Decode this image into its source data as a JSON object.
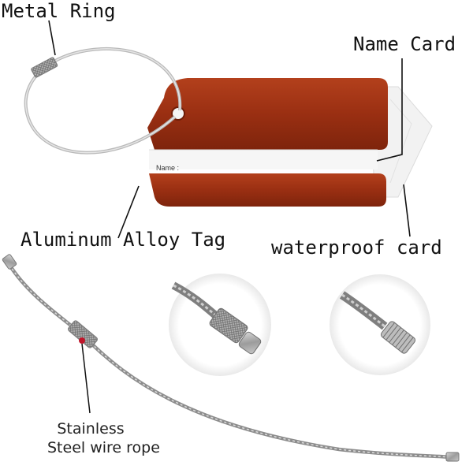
{
  "labels": {
    "metal_ring": "Metal Ring",
    "name_card": "Name Card",
    "aluminum_alloy_tag": "Aluminum Alloy Tag",
    "waterproof_card": "waterproof card",
    "stainless_line1": "Stainless",
    "stainless_line2": "Steel wire rope"
  },
  "tag": {
    "name_field": "Name :"
  },
  "colors": {
    "tag_red": "#9a2f12",
    "card_white": "#f4f4f4",
    "steel": "#a8a8a8",
    "callout_line": "#111111"
  }
}
